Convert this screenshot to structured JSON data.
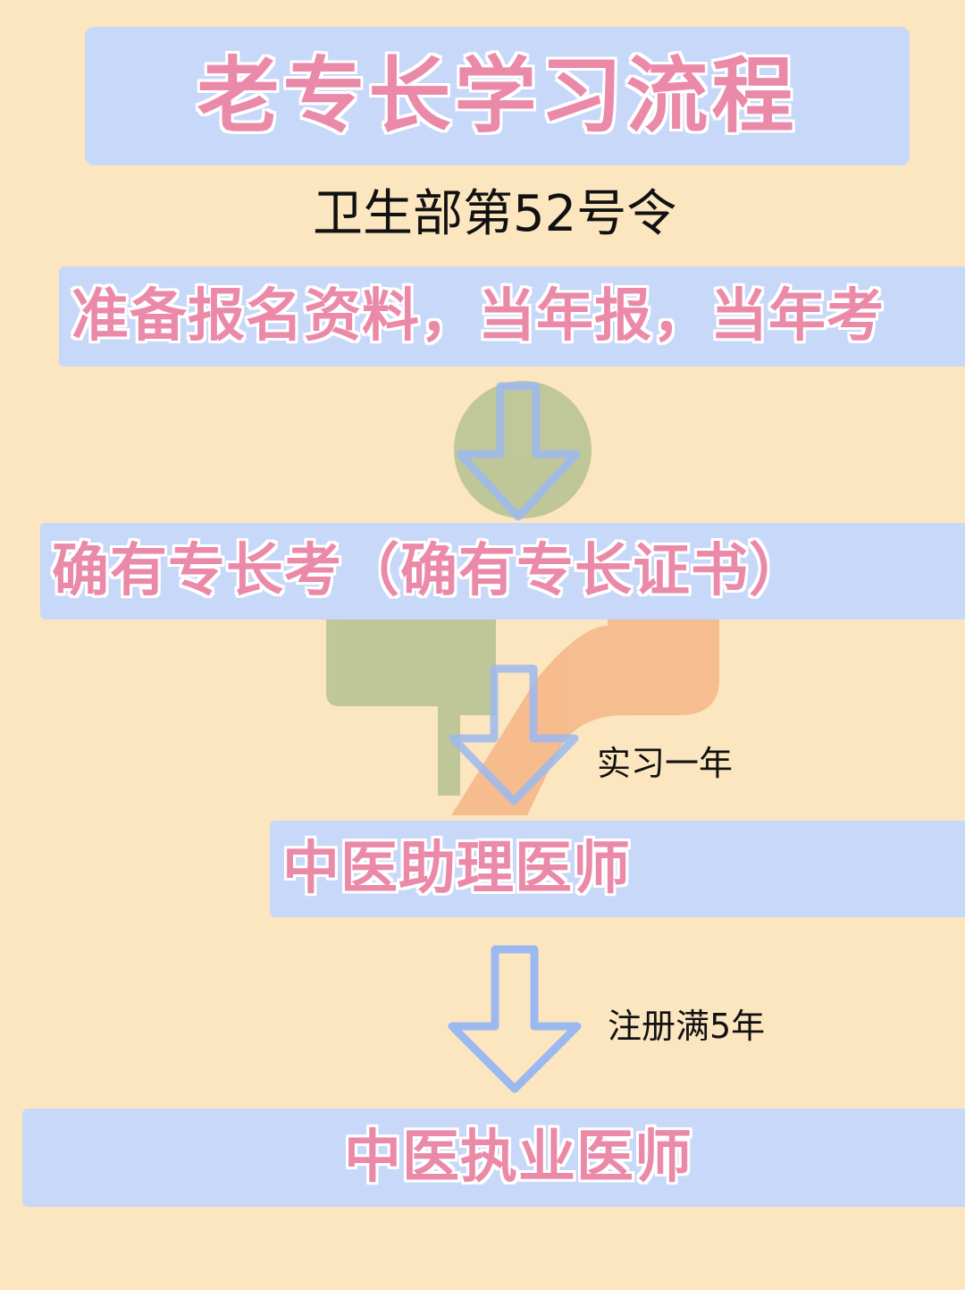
{
  "title": "老专长学习流程",
  "subtitle": "卫生部第52号令",
  "steps": [
    {
      "label": "准备报名资料，当年报，当年考"
    },
    {
      "label": "确有专长考（确有专长证书）"
    },
    {
      "label": "中医助理医师"
    },
    {
      "label": "中医执业医师"
    }
  ],
  "transitions": [
    {
      "note": ""
    },
    {
      "note": "实习一年"
    },
    {
      "note": "注册满5年"
    }
  ],
  "colors": {
    "background": "#fbe6c0",
    "band": "#c7d8f8",
    "step_text": "#ea8aa8",
    "arrow": "#9bb9f0",
    "watermark_green": "#9fb27a",
    "watermark_orange": "#f4b07c"
  },
  "icons": [
    "down-arrow-icon",
    "watermark-logo"
  ]
}
